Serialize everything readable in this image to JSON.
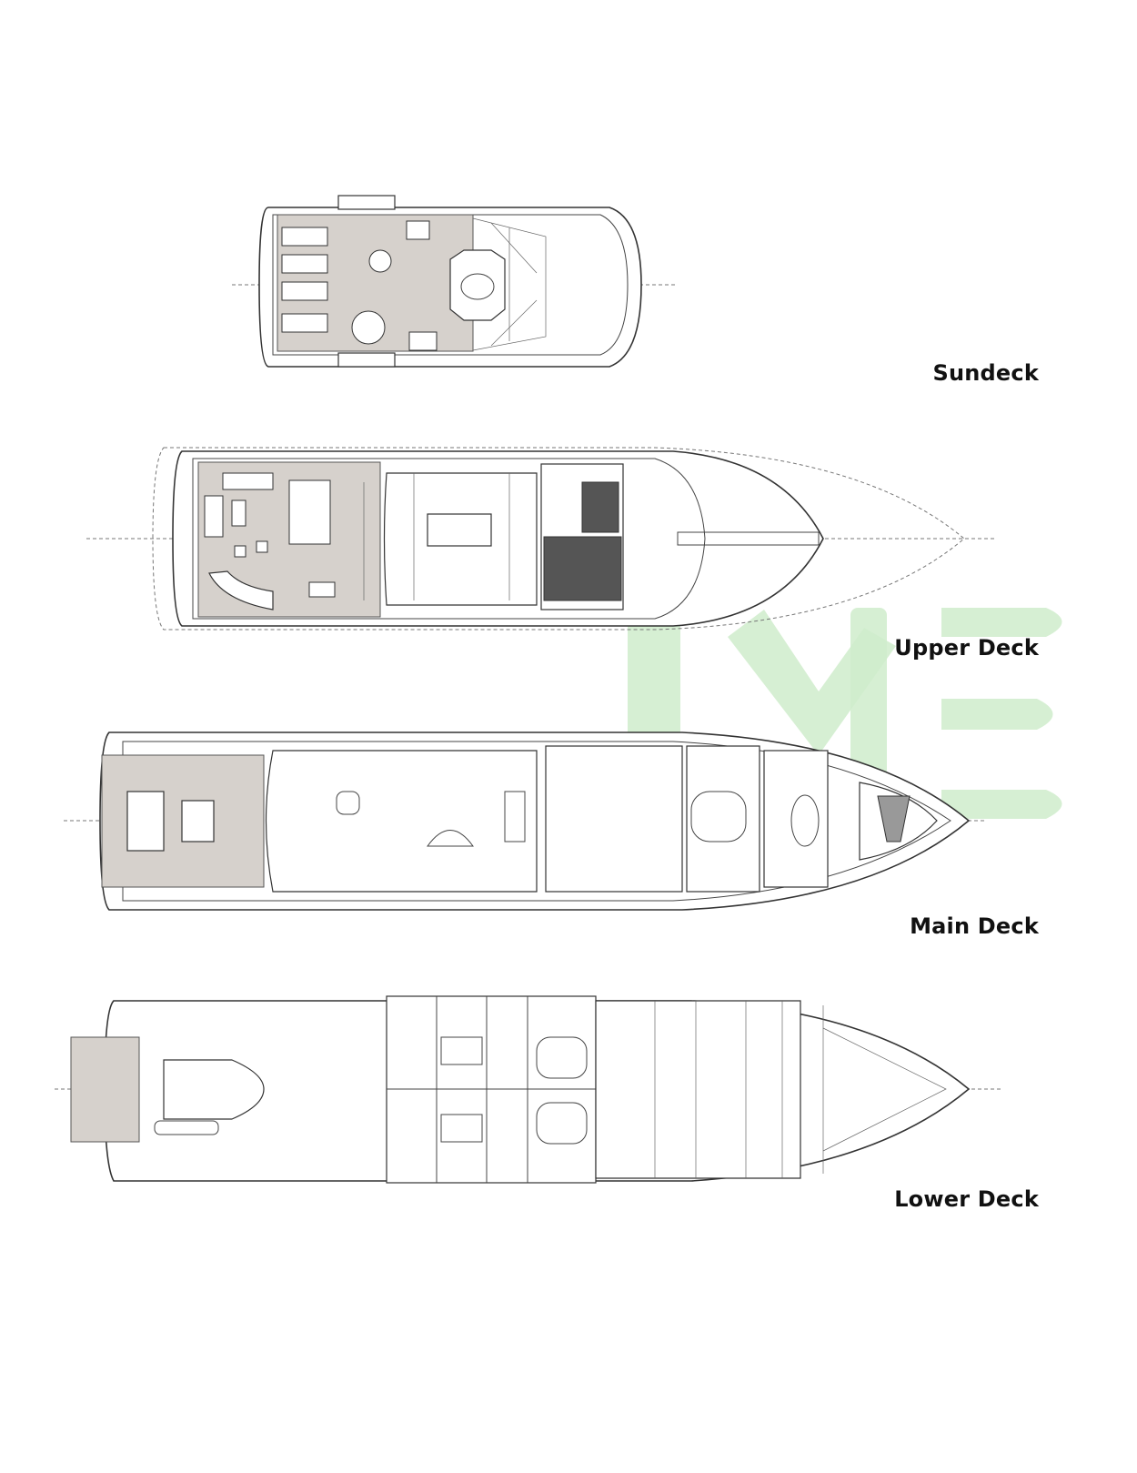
{
  "decks": [
    {
      "id": "sundeck",
      "label": "Sundeck"
    },
    {
      "id": "upper",
      "label": "Upper Deck"
    },
    {
      "id": "main",
      "label": "Main Deck"
    },
    {
      "id": "lower",
      "label": "Lower Deck"
    }
  ],
  "watermark": {
    "text": "ME",
    "color": "#cfeccb"
  }
}
